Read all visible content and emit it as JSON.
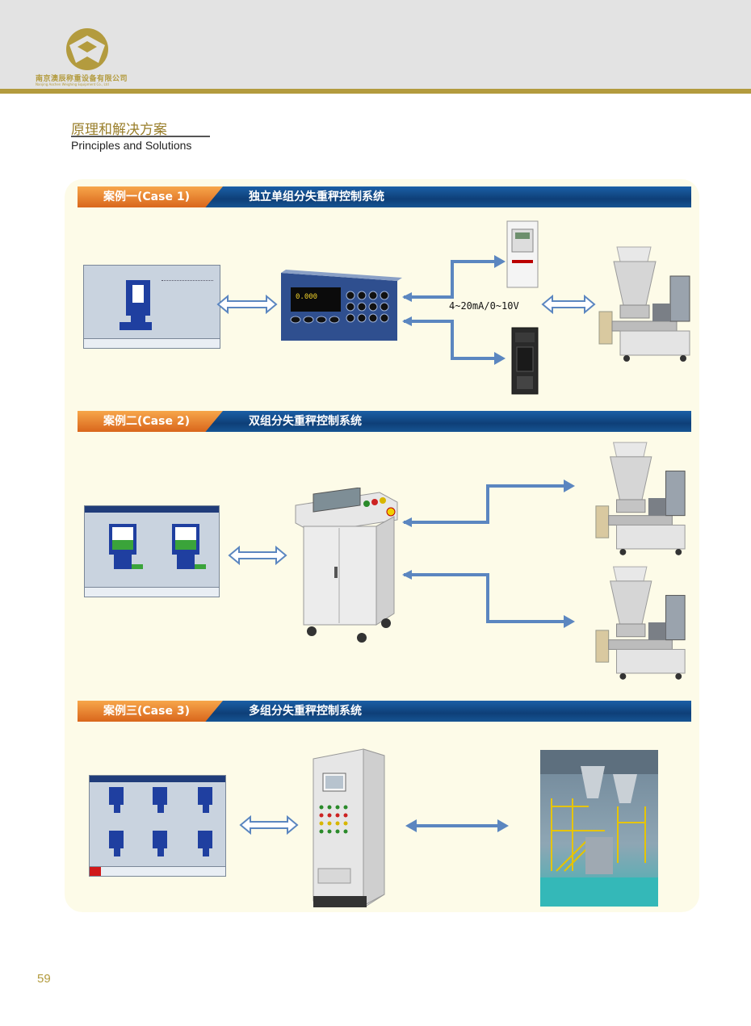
{
  "header": {
    "company_name": "南京澳辰称重设备有限公司",
    "company_name_en": "Nanjing Aochen Weighing Equipment Co., Ltd"
  },
  "section": {
    "title_cn": "原理和解决方案",
    "title_en": "Principles and Solutions"
  },
  "cases": [
    {
      "tag": "案例一(Case 1)",
      "title": "独立单组分失重秤控制系统"
    },
    {
      "tag": "案例二(Case 2)",
      "title": "双组分失重秤控制系统"
    },
    {
      "tag": "案例三(Case 3)",
      "title": "多组分失重秤控制系统"
    }
  ],
  "case1": {
    "signal_label": "4~20mA/0~10V"
  },
  "page_number": "59",
  "colors": {
    "gold": "#b39b3e",
    "case_bar_blue": "#0e3f78",
    "case_tag_orange": "#e67a28",
    "arrow_blue": "#5b86c0",
    "panel_bg": "#fdfbe8"
  }
}
